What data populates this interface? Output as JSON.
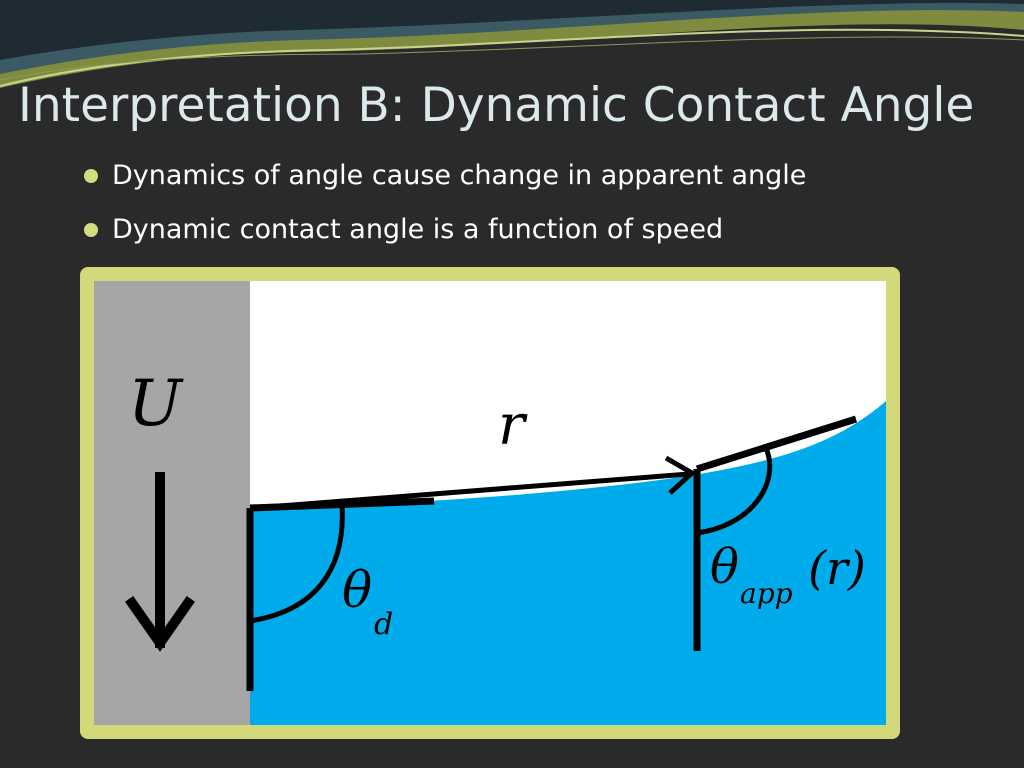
{
  "slide": {
    "title": "Interpretation B: Dynamic Contact Angle",
    "bullets": [
      {
        "text": "Dynamics of angle cause change in apparent angle"
      },
      {
        "text": "Dynamic contact angle is a function of speed"
      }
    ]
  },
  "figure": {
    "labels": {
      "wall_velocity": "U",
      "distance": "r",
      "dynamic_angle_symbol": "θ",
      "dynamic_angle_subscript": "d",
      "apparent_angle_symbol": "θ",
      "apparent_angle_subscript": "app",
      "apparent_angle_argument": "(r)"
    },
    "colors": {
      "wall": "#a6a6a6",
      "liquid": "#00abeb",
      "frame": "#d3d97b",
      "background": "#2a2a2a",
      "title_text": "#dbe8ec",
      "bullet_marker": "#d3dc7e"
    },
    "icons": {
      "wall_motion": "down-arrow-icon"
    }
  }
}
